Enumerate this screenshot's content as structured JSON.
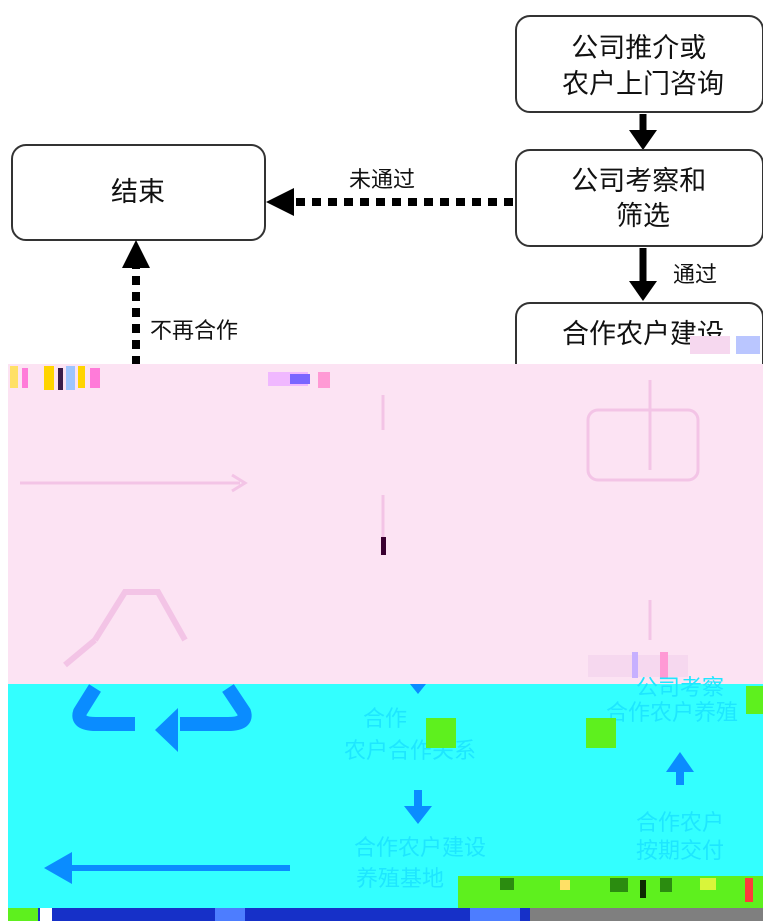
{
  "nodes": {
    "start": {
      "lines": [
        "公司推介或",
        "农户上门咨询"
      ]
    },
    "end": {
      "lines": [
        "结束"
      ]
    },
    "review": {
      "lines": [
        "公司考察和",
        "筛选"
      ]
    },
    "build": {
      "lines": [
        "合作农户建设"
      ]
    },
    "cyan_a": {
      "lines": [
        "合作",
        "农户合作关系"
      ]
    },
    "cyan_b": {
      "lines": [
        "合作农户建设",
        "养殖基地"
      ]
    },
    "cyan_c": {
      "lines": [
        "公司考察",
        "合作农户养殖"
      ]
    },
    "cyan_d": {
      "lines": [
        "合作农户",
        "按期交付"
      ]
    }
  },
  "edges": {
    "fail": "未通过",
    "pass": "通过",
    "stop": "不再合作"
  },
  "colors": {
    "box_stroke": "#333333",
    "arrow": "#000000",
    "glitch_pink": "#fce3f3",
    "glitch_cyan": "#33ffff",
    "cyan_arrow": "#0a8cff",
    "glitch_green": "#5ef01e"
  }
}
